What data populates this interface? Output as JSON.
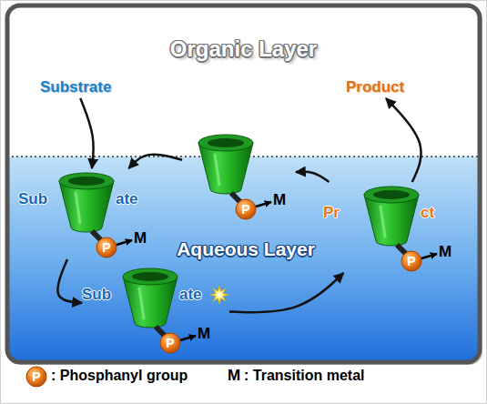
{
  "diagram": {
    "nodes": [
      {
        "text": [
          "Substrate"
        ]
      },
      {
        "text": [
          "Product"
        ]
      },
      {
        "text": [
          "P",
          "M"
        ]
      },
      {
        "text": [
          "Sub",
          "ate",
          "P",
          "M"
        ]
      },
      {
        "text": [
          "Sub",
          "ate",
          "P",
          "M"
        ]
      },
      {
        "text": [
          "Pr",
          "ct",
          "P",
          "M"
        ]
      }
    ],
    "edges": [
      {
        "from": 0,
        "to": 3,
        "arrow": "to"
      },
      {
        "from": 2,
        "to": 3,
        "arrow": "to"
      },
      {
        "from": 3,
        "to": 4,
        "arrow": "to"
      },
      {
        "from": 4,
        "to": 5,
        "arrow": "to"
      },
      {
        "from": 5,
        "to": 2,
        "arrow": "to"
      },
      {
        "from": 5,
        "to": 1,
        "arrow": "to"
      }
    ],
    "labels": [
      "Organic Layer",
      "Aqueous Layer",
      "P",
      "M"
    ],
    "legend": [
      {
        "text": ": Phosphanyl group"
      },
      {
        "text": ": Transition metal"
      }
    ]
  }
}
